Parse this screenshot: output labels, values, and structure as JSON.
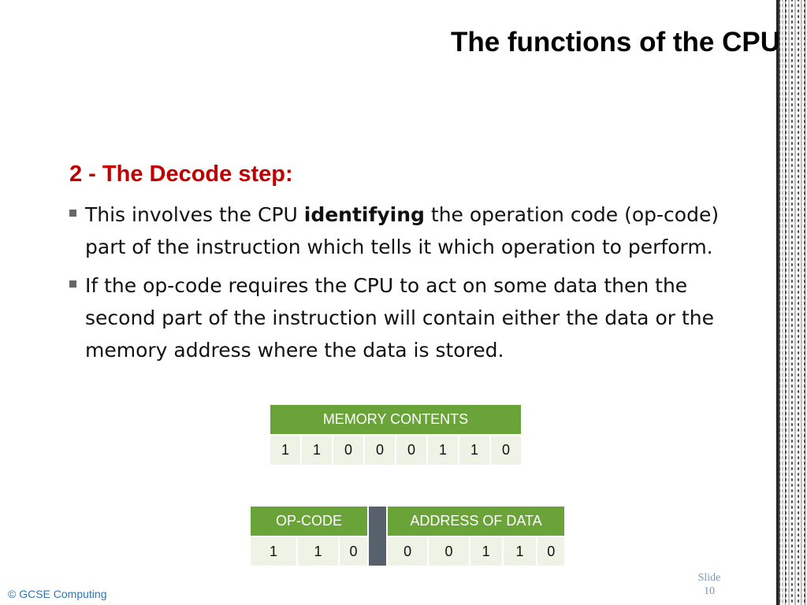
{
  "slide": {
    "title": "The functions of the CPU",
    "heading": "2 - The Decode step:",
    "bullet1": {
      "pre": "This involves the CPU ",
      "bold": "identifying",
      "post": " the operation code (op-code) part of the instruction which tells it which operation to perform."
    },
    "bullet2": "If the op-code requires the CPU to act on some data then the second part of the instruction will contain either the data or the memory address where the data is stored.",
    "memory_table": {
      "header": "MEMORY CONTENTS",
      "bits": [
        "1",
        "1",
        "0",
        "0",
        "0",
        "1",
        "1",
        "0"
      ]
    },
    "decode_table": {
      "opcode_header": "OP-CODE",
      "address_header": "ADDRESS OF DATA",
      "opcode_bits": [
        "1",
        "1",
        "0"
      ],
      "address_bits": [
        "0",
        "0",
        "1",
        "1",
        "0"
      ]
    },
    "copyright": "© GCSE Computing",
    "slide_label": "Slide",
    "slide_number": "10"
  },
  "colors": {
    "heading": "#c00000",
    "table_header": "#6aa338",
    "table_cell": "#eef3e6",
    "separator": "#56616b",
    "copyright": "#2e75b6"
  }
}
